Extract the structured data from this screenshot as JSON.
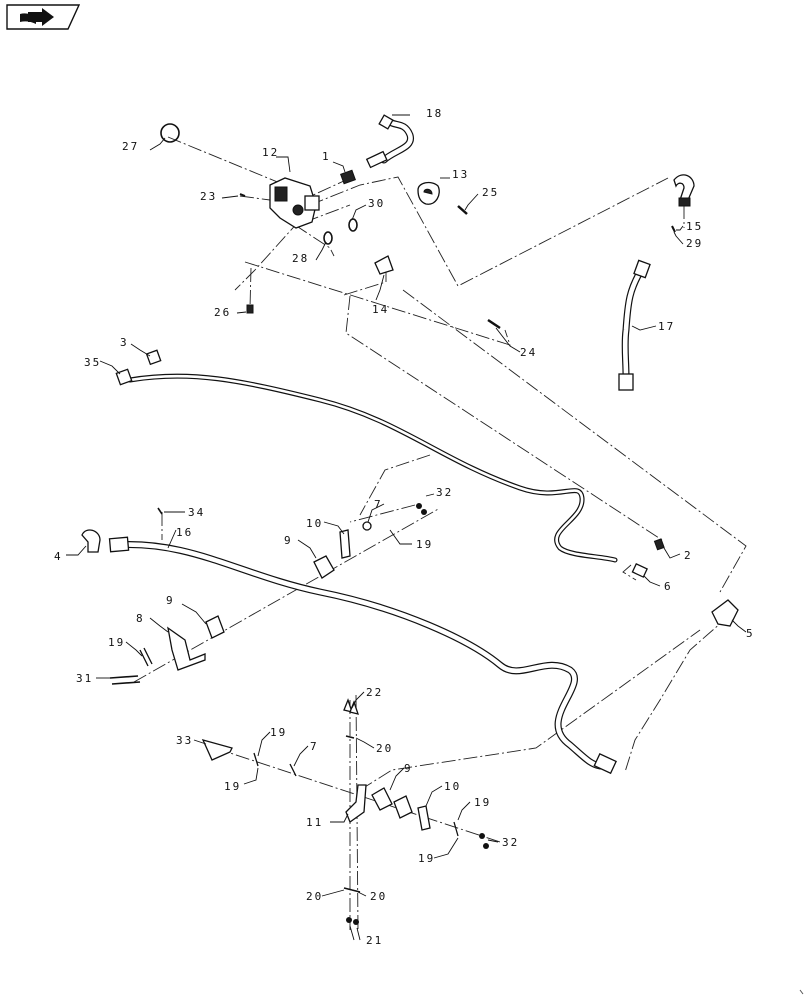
{
  "toolbar": {
    "nav_icon": "book-arrow-icon"
  },
  "callouts": {
    "c1": "1",
    "c2": "2",
    "c3": "3",
    "c4": "4",
    "c5": "5",
    "c6": "6",
    "c7a": "7",
    "c7b": "7",
    "c8": "8",
    "c9a": "9",
    "c9b": "9",
    "c9c": "9",
    "c10a": "10",
    "c10b": "10",
    "c11": "11",
    "c12": "12",
    "c13": "13",
    "c14": "14",
    "c15": "15",
    "c16": "16",
    "c17": "17",
    "c18": "18",
    "c19a": "19",
    "c19b": "19",
    "c19c": "19",
    "c19d": "19",
    "c19e": "19",
    "c19f": "19",
    "c20a": "20",
    "c20b": "20",
    "c20c": "20",
    "c21": "21",
    "c22": "22",
    "c23": "23",
    "c24": "24",
    "c25": "25",
    "c26": "26",
    "c27": "27",
    "c28": "28",
    "c29": "29",
    "c30": "30",
    "c31": "31",
    "c32a": "32",
    "c32b": "32",
    "c33": "33",
    "c34": "34",
    "c35": "35"
  }
}
